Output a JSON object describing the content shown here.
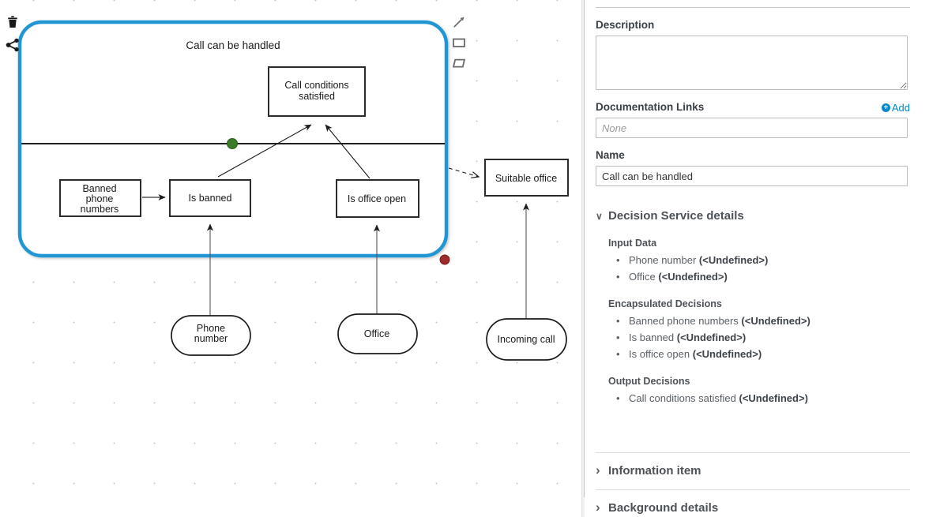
{
  "canvas": {
    "tools_left": [
      {
        "name": "delete-icon",
        "label": "Delete"
      },
      {
        "name": "share-icon",
        "label": "Share"
      }
    ],
    "tools_right": [
      {
        "name": "information-requirement-icon",
        "label": "Information Requirement"
      },
      {
        "name": "decision-node-icon",
        "label": "Decision"
      },
      {
        "name": "knowledge-source-icon",
        "label": "Knowledge Source"
      }
    ],
    "decision_service": {
      "title": "Call can be handled",
      "border_color": "#2196d3",
      "output_decisions": [
        {
          "id": "call-conditions-satisfied",
          "label": "Call conditions satisfied",
          "shape": "rect"
        }
      ],
      "encapsulated_decisions": [
        {
          "id": "banned-phone-numbers",
          "label": "Banned phone numbers",
          "shape": "rect"
        },
        {
          "id": "is-banned",
          "label": "Is banned",
          "shape": "rect"
        },
        {
          "id": "is-office-open",
          "label": "Is office open",
          "shape": "rect"
        }
      ],
      "green_dot_color": "#3c7c28",
      "red_dot_color": "#9c2b2b"
    },
    "external_nodes": [
      {
        "id": "suitable-office",
        "label": "Suitable office",
        "shape": "rect"
      },
      {
        "id": "phone-number",
        "label": "Phone number",
        "shape": "stadium"
      },
      {
        "id": "office",
        "label": "Office",
        "shape": "stadium"
      },
      {
        "id": "incoming-call",
        "label": "Incoming call",
        "shape": "stadium"
      }
    ]
  },
  "panel": {
    "description": {
      "label": "Description",
      "value": ""
    },
    "documentation_links": {
      "label": "Documentation Links",
      "add_label": "Add",
      "placeholder": "None",
      "value": ""
    },
    "name": {
      "label": "Name",
      "value": "Call can be handled"
    },
    "decision_service_details": {
      "label": "Decision Service details",
      "expanded": true,
      "groups": [
        {
          "label": "Input Data",
          "items": [
            {
              "name": "Phone number",
              "type": "<Undefined>"
            },
            {
              "name": "Office",
              "type": "<Undefined>"
            }
          ]
        },
        {
          "label": "Encapsulated Decisions",
          "items": [
            {
              "name": "Banned phone numbers",
              "type": "<Undefined>"
            },
            {
              "name": "Is banned",
              "type": "<Undefined>"
            },
            {
              "name": "Is office open",
              "type": "<Undefined>"
            }
          ]
        },
        {
          "label": "Output Decisions",
          "items": [
            {
              "name": "Call conditions satisfied",
              "type": "<Undefined>"
            }
          ]
        }
      ]
    },
    "information_item": {
      "label": "Information item",
      "expanded": false
    },
    "background_details": {
      "label": "Background details",
      "expanded": false
    }
  }
}
